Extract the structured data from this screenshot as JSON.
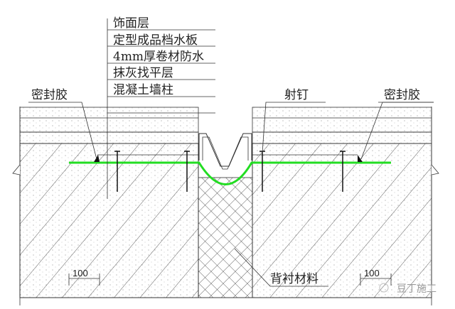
{
  "layers": [
    "饰面层",
    "定型成品档水板",
    "4mm厚卷材防水",
    "抹灰找平层",
    "混凝土墙柱"
  ],
  "sealant_left": "密封胶",
  "sealant_right": "密封胶",
  "nail": "射钉",
  "backing": "背衬材料",
  "dim_left": "100",
  "dim_right": "100",
  "watermark": "豆丁施工",
  "colors": {
    "membrane": "#22dd22",
    "line": "#333333"
  }
}
